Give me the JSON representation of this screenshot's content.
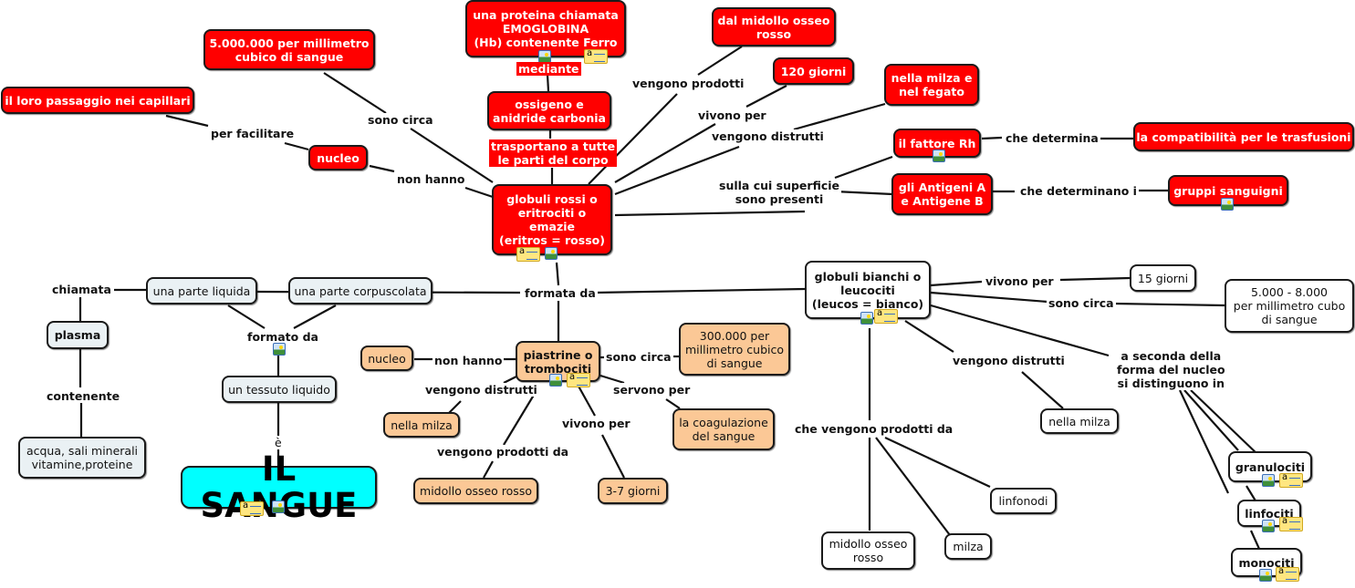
{
  "title": "IL SANGUE",
  "colors": {
    "red_nodes": "#ff0000",
    "root": "#00ffff",
    "grey_nodes": "#eaf1f4",
    "peach_nodes": "#fbc896",
    "white_nodes": "#ffffff",
    "lines": "#111111"
  },
  "nodes": {
    "root": "IL SANGUE",
    "tessuto": "un tessuto liquido",
    "parte_liquida": "una parte liquida",
    "parte_corpuscolata": "una parte corpuscolata",
    "plasma": "plasma",
    "plasma_content": "acqua, sali minerali\nvitamine,proteine",
    "rossi": "globuli rossi o\neritrociti o\nemazie\n(eritros = rosso)",
    "rossi_numero": "5.000.000 per millimetro\ncubico di sangue",
    "capillari": "il loro passaggio nei capillari",
    "rossi_nucleo": "nucleo",
    "emoglobina": "una proteina chiamata\nEMOGLOBINA\n(Hb) contenente Ferro",
    "ossigeno": "ossigeno e\nanidride carbonia",
    "midollo_rosso": "dal midollo osseo\nrosso",
    "giorni_120": "120 giorni",
    "milza_fegato": "nella milza e\nnel fegato",
    "fattore_rh": "il fattore Rh",
    "compatibilita": "la compatibilità per le trasfusioni",
    "antigeni": "gli Antigeni A\ne Antigene B",
    "gruppi": "gruppi sanguigni",
    "piastrine": "piastrine o\ntrombociti",
    "piastrine_nucleo": "nucleo",
    "piastrine_numero": "300.000 per\nmillimetro cubico\ndi sangue",
    "piastrine_milza": "nella milza",
    "coagulazione": "la coagulazione\ndel sangue",
    "piastrine_midollo": "midollo osseo rosso",
    "giorni_3_7": "3-7 giorni",
    "bianchi": "globuli bianchi o\nleucociti\n(leucos = bianco)",
    "giorni_15": "15 giorni",
    "bianchi_numero": "5.000 - 8.000\nper millimetro cubo\ndi sangue",
    "bianchi_milza": "nella milza",
    "bianchi_midollo": "midollo osseo\nrosso",
    "milza": "milza",
    "linfonodi": "linfonodi",
    "granulociti": "granulociti",
    "linfociti": "linfociti",
    "monociti": "monociti"
  },
  "links": {
    "e": "è",
    "formato_da": "formato da",
    "chiamata": "chiamata",
    "contenente": "contenente",
    "formata_da": "formata da",
    "sono_circa_rossi": "sono circa",
    "per_facilitare": "per facilitare",
    "non_hanno_rossi": "non hanno",
    "mediante": "mediante",
    "trasportano": "trasportano a tutte\nle parti del corpo",
    "vengono_prodotti": "vengono prodotti",
    "vivono_per_rossi": "vivono per",
    "vengono_distrutti_rossi": "vengono distrutti",
    "superficie": "sulla cui superficie\nsono presenti",
    "che_determina": "che determina",
    "che_determinano": "che determinano i",
    "non_hanno_piastrine": "non hanno",
    "sono_circa_piastrine": "sono circa",
    "vengono_distrutti_piastrine": "vengono distrutti",
    "servono_per": "servono per",
    "vivono_per_piastrine": "vivono per",
    "vengono_prodotti_da": "vengono prodotti da",
    "vivono_per_bianchi": "vivono per",
    "sono_circa_bianchi": "sono circa",
    "vengono_distrutti_bianchi": "vengono distrutti",
    "forma_nucleo": "a seconda della\nforma del nucleo\nsi distinguono in",
    "che_vengono_prodotti_da": "che vengono prodotti da"
  }
}
